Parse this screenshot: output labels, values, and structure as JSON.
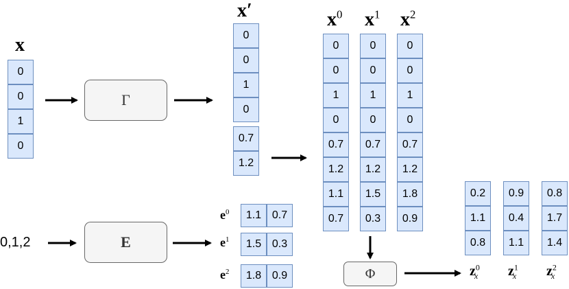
{
  "labels": {
    "x": {
      "base": "x",
      "sup": ""
    },
    "x_prime": {
      "base": "x",
      "sup": "′"
    },
    "x0": {
      "base": "x",
      "sup": "0"
    },
    "x1": {
      "base": "x",
      "sup": "1"
    },
    "x2": {
      "base": "x",
      "sup": "2"
    },
    "e0": {
      "base": "e",
      "sup": "0"
    },
    "e1": {
      "base": "e",
      "sup": "1"
    },
    "e2": {
      "base": "e",
      "sup": "2"
    },
    "z0": {
      "base": "z",
      "sup": "0",
      "sub": "x"
    },
    "z1": {
      "base": "z",
      "sup": "1",
      "sub": "x"
    },
    "z2": {
      "base": "z",
      "sup": "2",
      "sub": "x"
    }
  },
  "input_index_text": "0,1,2",
  "boxes": {
    "gamma": "Γ",
    "embed": "E",
    "phi": "Φ"
  },
  "vectors": {
    "x": [
      "0",
      "0",
      "1",
      "0"
    ],
    "x_prime_a": [
      "0",
      "0",
      "1",
      "0"
    ],
    "x_prime_b": [
      "0.7",
      "1.2"
    ],
    "x0": [
      "0",
      "0",
      "1",
      "0",
      "0.7",
      "1.2",
      "1.1",
      "0.7"
    ],
    "x1": [
      "0",
      "0",
      "1",
      "0",
      "0.7",
      "1.2",
      "1.5",
      "0.3"
    ],
    "x2": [
      "0",
      "0",
      "1",
      "0",
      "0.7",
      "1.2",
      "1.8",
      "0.9"
    ],
    "e0": [
      "1.1",
      "0.7"
    ],
    "e1": [
      "1.5",
      "0.3"
    ],
    "e2": [
      "1.8",
      "0.9"
    ],
    "z0": [
      "0.2",
      "1.1",
      "0.8"
    ],
    "z1": [
      "0.9",
      "0.4",
      "1.1"
    ],
    "z2": [
      "0.8",
      "1.7",
      "1.4"
    ]
  },
  "colors": {
    "cell_fill": "#dae8fc",
    "cell_border": "#6c8ebf",
    "box_fill": "#f5f5f5",
    "box_border": "#666666",
    "arrow": "#000000"
  }
}
